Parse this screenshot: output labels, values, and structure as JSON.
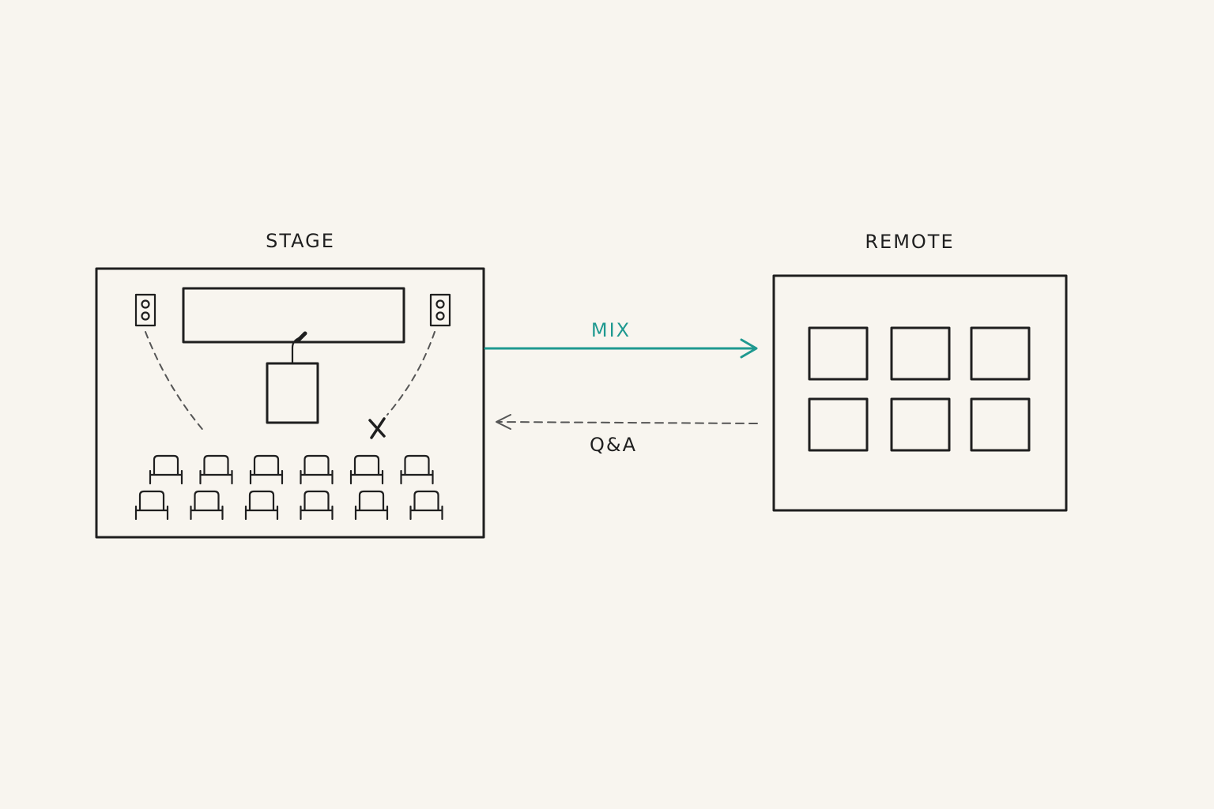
{
  "labels": {
    "stage": "STAGE",
    "remote": "REMOTE",
    "mix": "MIX",
    "qa": "Q&A"
  },
  "colors": {
    "background": "#f8f5ef",
    "ink": "#1f1f1f",
    "accent": "#1f9990",
    "dashed": "#555555"
  },
  "stage": {
    "speakers": 2,
    "seat_rows": 2,
    "seats_per_row": 6
  },
  "remote": {
    "tile_rows": 2,
    "tile_cols": 3
  }
}
